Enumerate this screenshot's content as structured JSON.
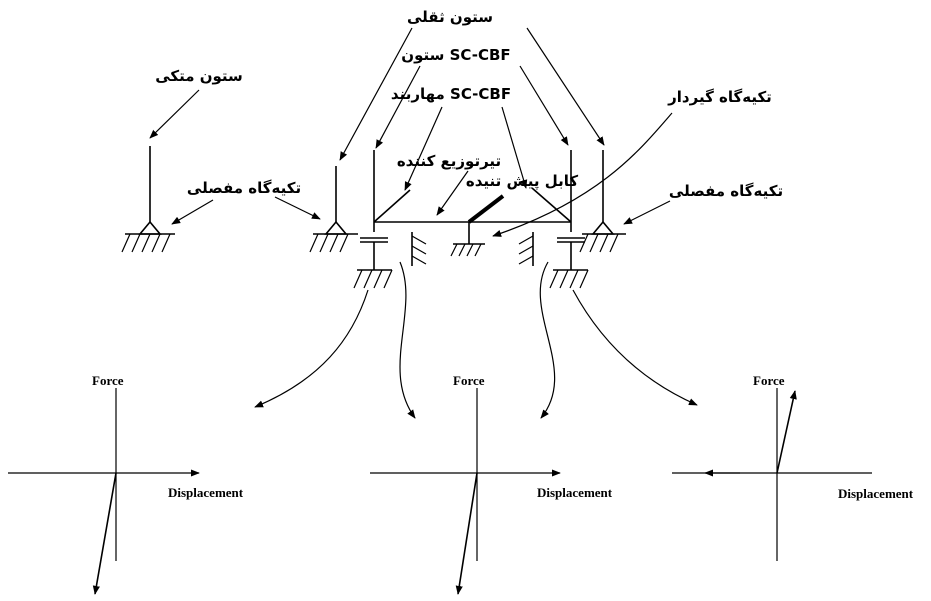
{
  "labels": {
    "gravity_column": "ستون ثقلی",
    "sc_cbf_column": "ستون SC-CBF",
    "sc_cbf_brace": "مهاربند SC-CBF",
    "leaning_column": "ستون متکی",
    "fixed_support": "تکیه‌گاه گیردار",
    "pinned_support_left": "تکیه‌گاه مفصلی",
    "pinned_support_right": "تکیه‌گاه مفصلی",
    "distributor_beam": "تیرتوزیع کننده",
    "post_tensioned_cable": "کابل پیش تنیده"
  },
  "plots": [
    {
      "force_label": "Force",
      "displacement_label": "Displacement"
    },
    {
      "force_label": "Force",
      "displacement_label": "Displacement"
    },
    {
      "force_label": "Force",
      "displacement_label": "Displacement"
    }
  ]
}
